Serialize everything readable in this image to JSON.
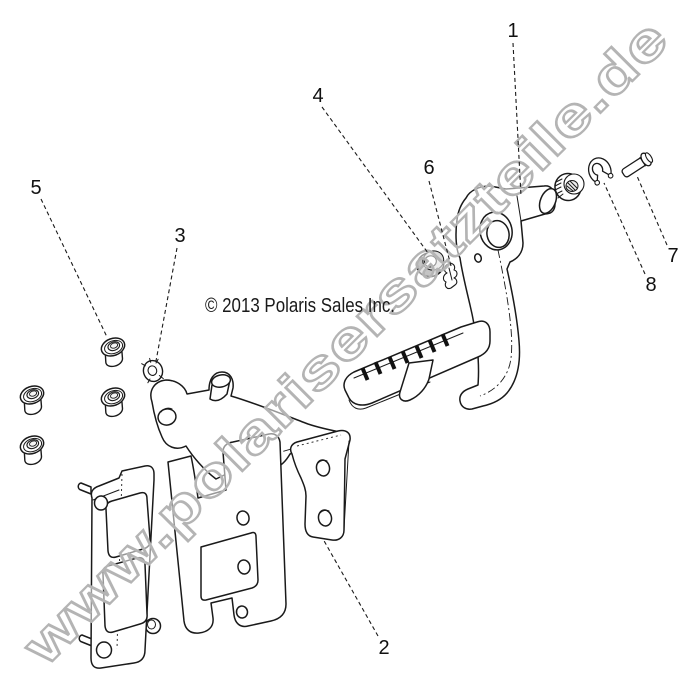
{
  "watermark": {
    "text": "www.polarisersatzteile.de",
    "stroke_color": "#b4b4b4",
    "fill_color": "rgba(255,255,255,0.55)"
  },
  "copyright": {
    "text": "© 2013 Polaris Sales Inc.",
    "color": "#1a1a1a"
  },
  "callouts": [
    {
      "number": "1"
    },
    {
      "number": "2"
    },
    {
      "number": "3"
    },
    {
      "number": "4"
    },
    {
      "number": "5"
    },
    {
      "number": "6"
    },
    {
      "number": "7"
    },
    {
      "number": "8"
    }
  ],
  "colors": {
    "line": "#1a1a1a",
    "bushing_fill": "#c4c4c4",
    "tread": "#111111",
    "background": "#ffffff"
  }
}
